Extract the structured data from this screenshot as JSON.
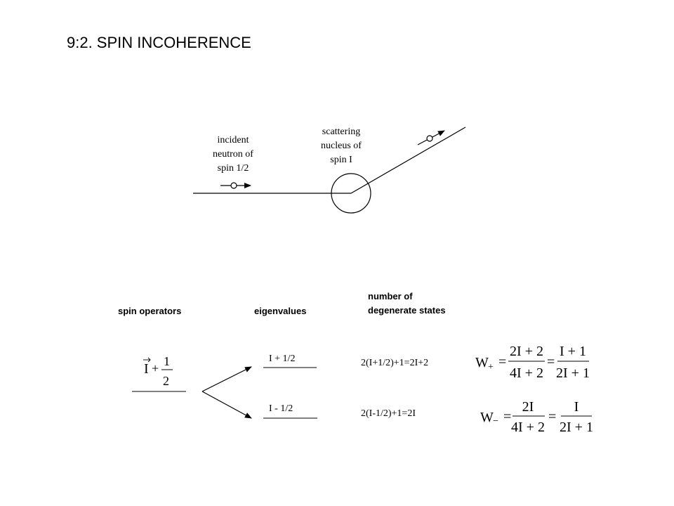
{
  "title": "9:2. SPIN INCOHERENCE",
  "labels": {
    "incident": [
      "incident",
      "neutron of",
      "spin 1/2"
    ],
    "scattering": [
      "scattering",
      "nucleus of",
      "spin I"
    ]
  },
  "headers": {
    "spin_operators": "spin operators",
    "eigenvalues": "eigenvalues",
    "degenerate": [
      "number of",
      "degenerate states"
    ]
  },
  "operator": {
    "symbol": "I",
    "plus": "+",
    "numerator": "1",
    "denominator": "2"
  },
  "eigenvalues": {
    "upper": "I + 1/2",
    "lower": "I - 1/2"
  },
  "degeneracy": {
    "upper": "2(I+1/2)+1=2I+2",
    "lower": "2(I-1/2)+1=2I"
  },
  "weights": {
    "plus": {
      "symbol": "W",
      "subscript": "+",
      "equals": "=",
      "frac1_num": "2I + 2",
      "frac1_den": "4I + 2",
      "frac2_num": "I + 1",
      "frac2_den": "2I + 1"
    },
    "minus": {
      "symbol": "W",
      "subscript": "−",
      "equals": "=",
      "frac1_num": "2I",
      "frac1_den": "4I + 2",
      "frac2_num": "I",
      "frac2_den": "2I + 1"
    }
  }
}
